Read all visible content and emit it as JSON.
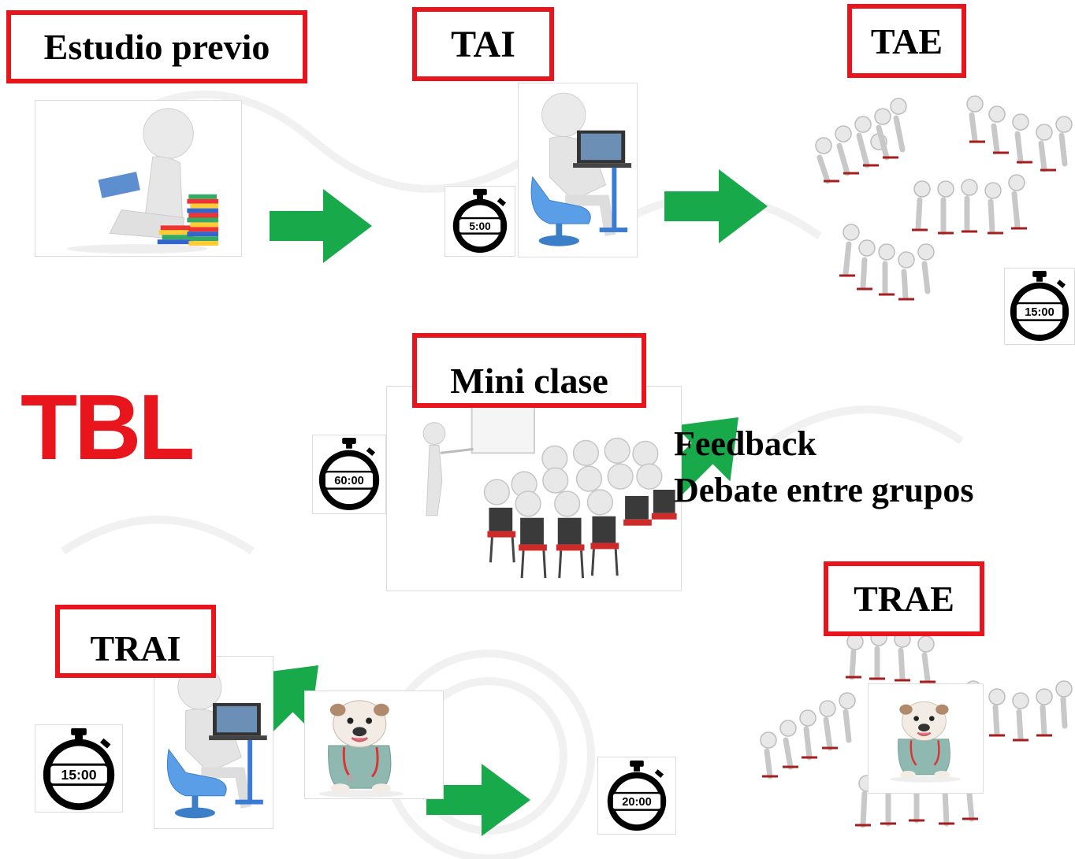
{
  "title": "TBL",
  "colors": {
    "title": "#e8151d",
    "box_border": "#e8151d",
    "arrow": "#18a94a",
    "timer": "#000000"
  },
  "steps": {
    "estudio": {
      "label": "Estudio previo",
      "icon": "figure-reading-books"
    },
    "tai": {
      "label": "TAI",
      "timer": "5:00",
      "icon": "figure-at-computer"
    },
    "tae": {
      "label": "TAE",
      "timer": "15:00",
      "icon": "discussion-groups"
    },
    "mini": {
      "label": "Mini clase",
      "timer": "60:00",
      "icon": "presentation-audience"
    },
    "trai": {
      "label": "TRAI",
      "timer": "15:00",
      "icon": "figure-at-computer"
    },
    "dog": {
      "timer": "20:00",
      "icon": "bulldog-doctor"
    },
    "trae": {
      "label": "TRAE",
      "icon": "discussion-groups-with-bulldog"
    }
  },
  "feedback": {
    "line1": "Feedback",
    "line2": "Debate entre grupos"
  },
  "arrows": [
    "estudio-to-tai",
    "tai-to-tae",
    "tae-to-feedback",
    "mini-to-trai",
    "dog-to-trae"
  ]
}
